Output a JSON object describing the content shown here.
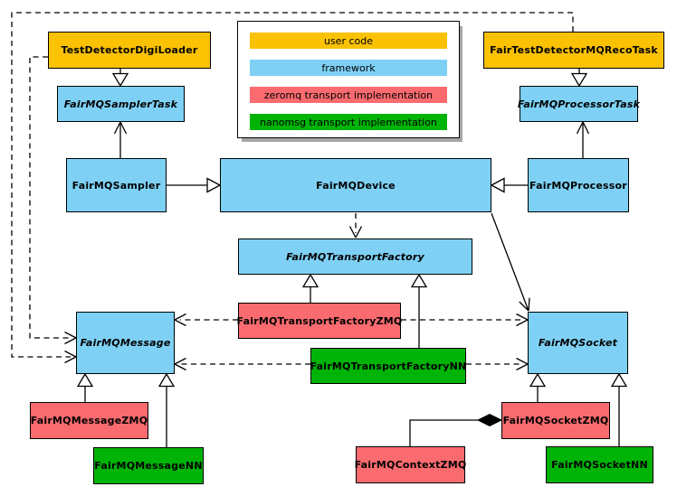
{
  "diagram": {
    "colors": {
      "user_code": "#FBC204",
      "framework": "#7ED1F5",
      "zeromq": "#F96B6F",
      "nanomsg": "#00B307"
    },
    "legend": {
      "items": [
        {
          "label": "user code",
          "category": "user_code"
        },
        {
          "label": "framework",
          "category": "framework"
        },
        {
          "label": "zeromq transport implementation",
          "category": "zeromq"
        },
        {
          "label": "nanomsg transport implementation",
          "category": "nanomsg"
        }
      ]
    },
    "nodes": {
      "test_detector_digi_loader": {
        "label": "TestDetectorDigiLoader",
        "category": "user_code",
        "abstract": false
      },
      "fairmq_sampler_task": {
        "label": "FairMQSamplerTask",
        "category": "framework",
        "abstract": true
      },
      "fairmq_sampler": {
        "label": "FairMQSampler",
        "category": "framework",
        "abstract": false
      },
      "fair_test_detector_mq_reco_task": {
        "label": "FairTestDetectorMQRecoTask",
        "category": "user_code",
        "abstract": false
      },
      "fairmq_processor_task": {
        "label": "FairMQProcessorTask",
        "category": "framework",
        "abstract": true
      },
      "fairmq_processor": {
        "label": "FairMQProcessor",
        "category": "framework",
        "abstract": false
      },
      "fairmq_device": {
        "label": "FairMQDevice",
        "category": "framework",
        "abstract": false
      },
      "fairmq_transport_factory": {
        "label": "FairMQTransportFactory",
        "category": "framework",
        "abstract": true
      },
      "fairmq_transport_factory_zmq": {
        "label": "FairMQTransportFactoryZMQ",
        "category": "zeromq",
        "abstract": false
      },
      "fairmq_transport_factory_nn": {
        "label": "FairMQTransportFactoryNN",
        "category": "nanomsg",
        "abstract": false
      },
      "fairmq_message": {
        "label": "FairMQMessage",
        "category": "framework",
        "abstract": true
      },
      "fairmq_message_zmq": {
        "label": "FairMQMessageZMQ",
        "category": "zeromq",
        "abstract": false
      },
      "fairmq_message_nn": {
        "label": "FairMQMessageNN",
        "category": "nanomsg",
        "abstract": false
      },
      "fairmq_socket": {
        "label": "FairMQSocket",
        "category": "framework",
        "abstract": true
      },
      "fairmq_socket_zmq": {
        "label": "FairMQSocketZMQ",
        "category": "zeromq",
        "abstract": false
      },
      "fairmq_socket_nn": {
        "label": "FairMQSocketNN",
        "category": "nanomsg",
        "abstract": false
      },
      "fairmq_context_zmq": {
        "label": "FairMQContextZMQ",
        "category": "zeromq",
        "abstract": false
      }
    },
    "edges": [
      {
        "from": "TestDetectorDigiLoader",
        "to": "FairMQSamplerTask",
        "type": "generalization"
      },
      {
        "from": "FairMQSampler",
        "to": "FairMQSamplerTask",
        "type": "association"
      },
      {
        "from": "FairMQSampler",
        "to": "FairMQDevice",
        "type": "generalization"
      },
      {
        "from": "FairTestDetectorMQRecoTask",
        "to": "FairMQProcessorTask",
        "type": "generalization"
      },
      {
        "from": "FairMQProcessor",
        "to": "FairMQProcessorTask",
        "type": "association"
      },
      {
        "from": "FairMQProcessor",
        "to": "FairMQDevice",
        "type": "generalization"
      },
      {
        "from": "FairMQDevice",
        "to": "FairMQTransportFactory",
        "type": "dependency"
      },
      {
        "from": "FairMQDevice",
        "to": "FairMQSocket",
        "type": "association"
      },
      {
        "from": "FairMQTransportFactoryZMQ",
        "to": "FairMQTransportFactory",
        "type": "generalization"
      },
      {
        "from": "FairMQTransportFactoryNN",
        "to": "FairMQTransportFactory",
        "type": "generalization"
      },
      {
        "from": "FairMQTransportFactoryZMQ",
        "to": "FairMQMessage",
        "type": "dependency"
      },
      {
        "from": "FairMQTransportFactoryZMQ",
        "to": "FairMQSocket",
        "type": "dependency"
      },
      {
        "from": "FairMQTransportFactoryNN",
        "to": "FairMQMessage",
        "type": "dependency"
      },
      {
        "from": "FairMQTransportFactoryNN",
        "to": "FairMQSocket",
        "type": "dependency"
      },
      {
        "from": "TestDetectorDigiLoader",
        "to": "FairMQMessage",
        "type": "dependency"
      },
      {
        "from": "FairTestDetectorMQRecoTask",
        "to": "FairMQMessage",
        "type": "dependency"
      },
      {
        "from": "FairMQMessageZMQ",
        "to": "FairMQMessage",
        "type": "generalization"
      },
      {
        "from": "FairMQMessageNN",
        "to": "FairMQMessage",
        "type": "generalization"
      },
      {
        "from": "FairMQSocketZMQ",
        "to": "FairMQSocket",
        "type": "generalization"
      },
      {
        "from": "FairMQSocketNN",
        "to": "FairMQSocket",
        "type": "generalization"
      },
      {
        "from": "FairMQSocketZMQ",
        "to": "FairMQContextZMQ",
        "type": "composition"
      }
    ]
  }
}
